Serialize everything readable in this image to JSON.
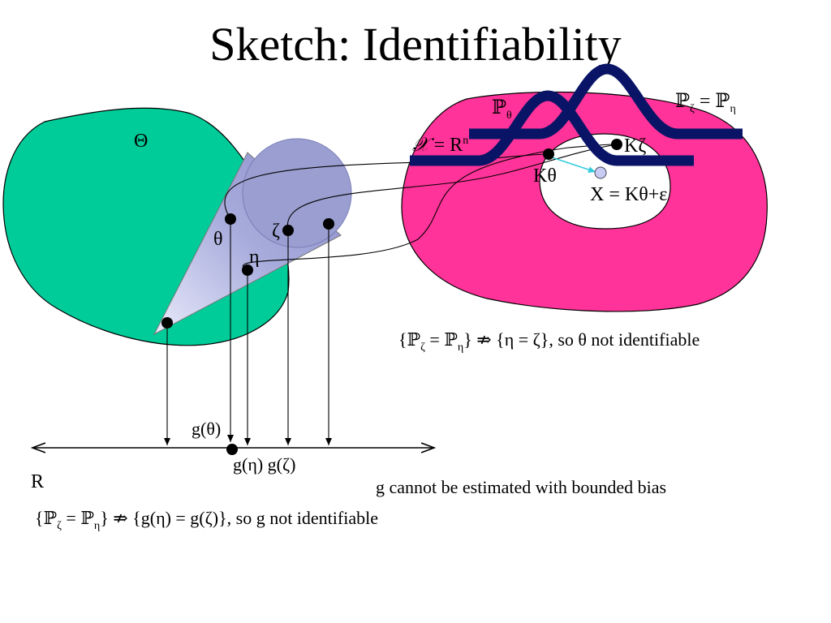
{
  "slide": {
    "title": "Sketch: Identifiability"
  },
  "colors": {
    "theta_region": "#00cc99",
    "data_region": "#ff3399",
    "cone_fill": "#a0a4d8",
    "cone_cap": "#9a9ed0",
    "density_curve": "#0a1466",
    "noise_arrow": "#33ccdd",
    "observed_point": "#c8ccf4"
  },
  "parameter_space": {
    "label": "Θ",
    "points": {
      "theta": "θ",
      "zeta": "ζ",
      "eta": "η"
    }
  },
  "data_space": {
    "space_label_symbol": "𝒳",
    "space_label_rest": " = R",
    "space_label_exp": "n",
    "p_theta_main": "ℙ",
    "p_theta_sub": "θ",
    "p_equal_left": "ℙ",
    "p_equal_left_sub": "ζ",
    "p_equal_mid": " = ℙ",
    "p_equal_right_sub": "η",
    "k_theta": "Kθ",
    "k_zeta": "Kζ",
    "observation": "X = Kθ+ε"
  },
  "real_line": {
    "label": "R",
    "g_theta": "g(θ)",
    "g_eta_zeta": "g(η) g(ζ)"
  },
  "statements": {
    "theta_not_identifiable": {
      "a": "{ℙ",
      "a_sub": "ζ",
      "b": " = ℙ",
      "b_sub": "η",
      "c": "} ⇏ {η = ζ}, so θ not identifiable"
    },
    "bias_note": "g cannot be estimated with bounded bias",
    "g_not_identifiable": {
      "a": "{ℙ",
      "a_sub": "ζ",
      "b": " = ℙ",
      "b_sub": "η",
      "c": "} ⇏ {g(η) = g(ζ)}, so g not identifiable"
    }
  }
}
